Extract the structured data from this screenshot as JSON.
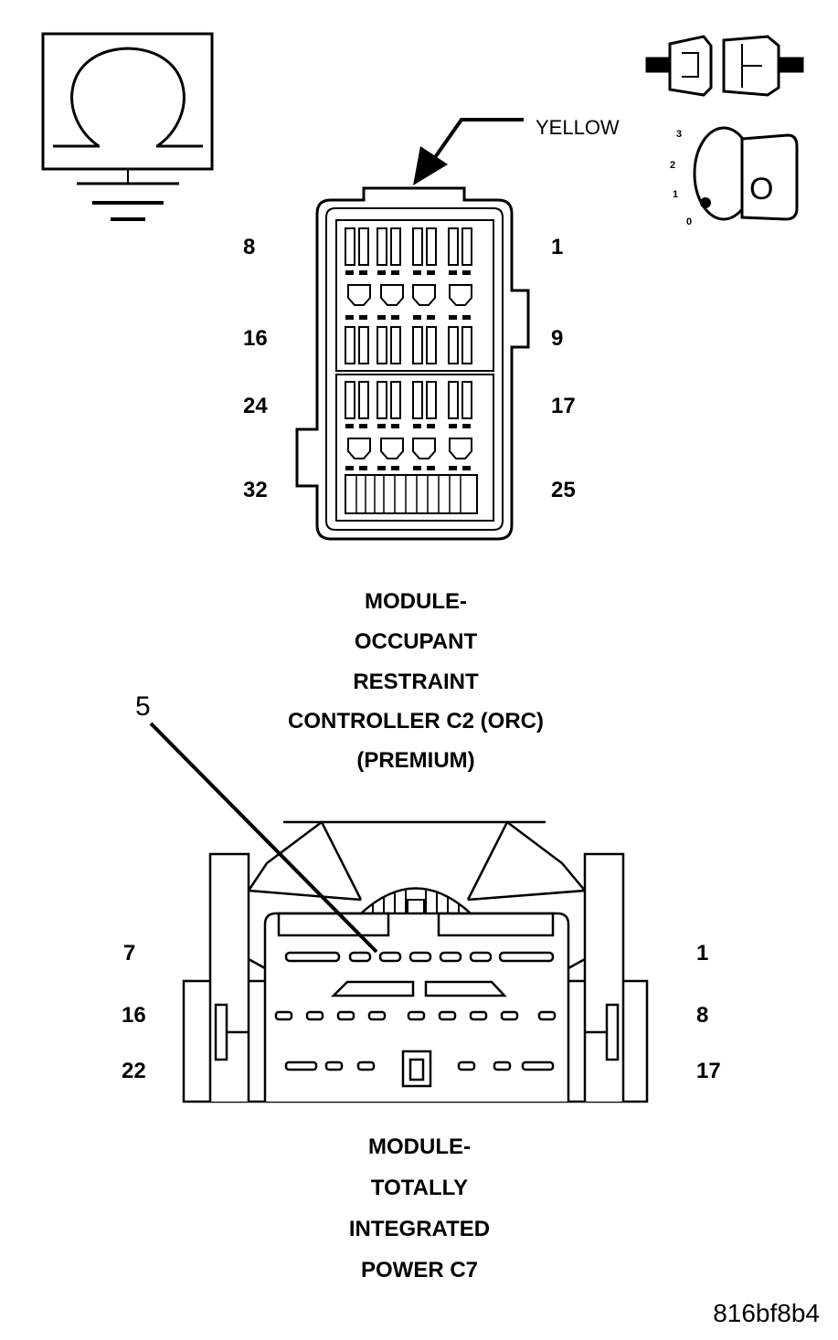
{
  "meter": {
    "symbol": "Ω"
  },
  "connector_c2": {
    "wire_color": "YELLOW",
    "pins": {
      "top_left": "8",
      "top_right": "1",
      "mid_left": "16",
      "mid_right": "9",
      "lower_left": "24",
      "lower_right": "17",
      "bottom_left": "32",
      "bottom_right": "25"
    },
    "title_lines": [
      "MODULE-",
      "OCCUPANT",
      "RESTRAINT",
      "CONTROLLER C2 (ORC)",
      "(PREMIUM)"
    ]
  },
  "ignition": {
    "positions": [
      "3",
      "2",
      "1",
      "0"
    ],
    "key_letter": "O"
  },
  "callout": "5",
  "connector_c7": {
    "pins": {
      "row1_left": "7",
      "row1_right": "1",
      "row2_left": "16",
      "row2_right": "8",
      "row3_left": "22",
      "row3_right": "17"
    },
    "title_lines": [
      "MODULE-",
      "TOTALLY",
      "INTEGRATED",
      "POWER C7"
    ]
  },
  "figure_id": "816bf8b4"
}
